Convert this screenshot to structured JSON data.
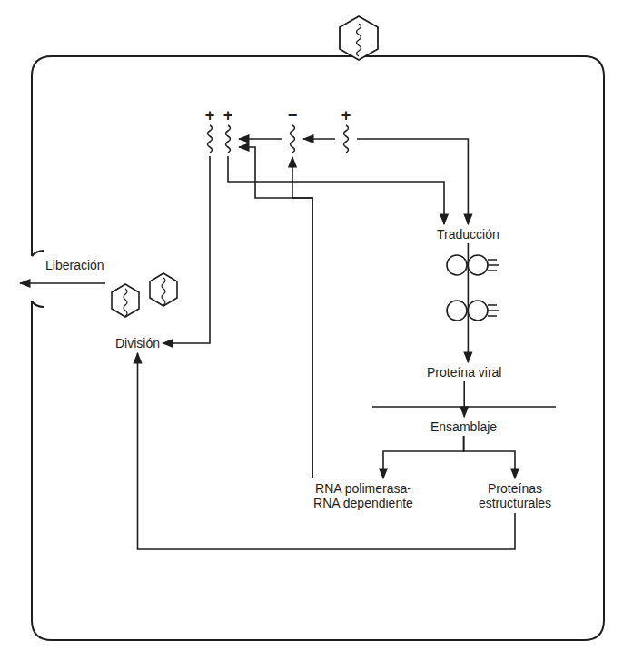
{
  "diagram": {
    "nodes": [
      {
        "text": [
          "+"
        ]
      },
      {
        "text": [
          "−"
        ]
      },
      {
        "text": [
          "+",
          "+"
        ]
      },
      {
        "text": [
          "Traducción"
        ]
      },
      {
        "text": [
          "Proteína viral"
        ]
      },
      {
        "text": [
          "Ensamblaje"
        ]
      },
      {
        "text": [
          "RNA polimerasa-RNA dependiente"
        ]
      },
      {
        "text": [
          "Proteínas estructurales"
        ]
      },
      {
        "text": [
          "División"
        ]
      }
    ],
    "edges": [
      {
        "from": 0,
        "to": 1,
        "arrow": "to"
      },
      {
        "from": 1,
        "to": 2,
        "arrow": "to"
      },
      {
        "from": 0,
        "to": 3,
        "arrow": "to"
      },
      {
        "from": 2,
        "to": 3,
        "arrow": "to"
      },
      {
        "from": 3,
        "to": 4,
        "arrow": "to"
      },
      {
        "from": 4,
        "to": 5,
        "arrow": "to"
      },
      {
        "from": 5,
        "to": 6,
        "arrow": "to"
      },
      {
        "from": 5,
        "to": 7,
        "arrow": "to"
      },
      {
        "from": 6,
        "to": 1,
        "arrow": "to"
      },
      {
        "from": 6,
        "to": 2,
        "arrow": "to"
      },
      {
        "from": 7,
        "to": 8,
        "arrow": "to"
      },
      {
        "from": 2,
        "to": 8,
        "arrow": "to"
      }
    ],
    "labels": [
      "Liberación"
    ]
  }
}
